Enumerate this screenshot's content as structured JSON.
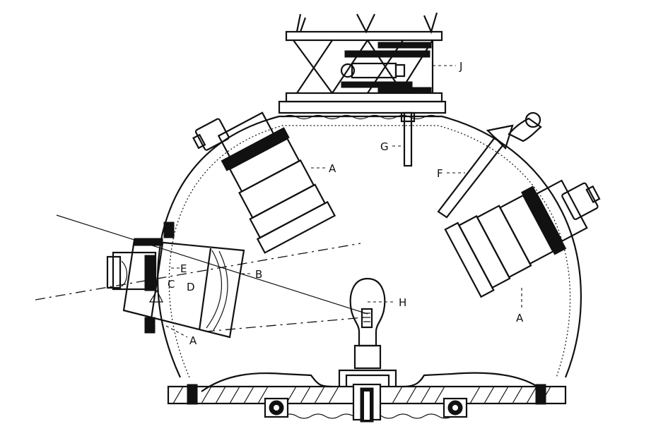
{
  "diagram": {
    "labels": {
      "J": "J",
      "G": "G",
      "F": "F",
      "A_upper": "A",
      "B": "B",
      "E": "E",
      "C": "C",
      "D": "D",
      "H": "H",
      "A_left": "A",
      "A_right": "A"
    }
  }
}
